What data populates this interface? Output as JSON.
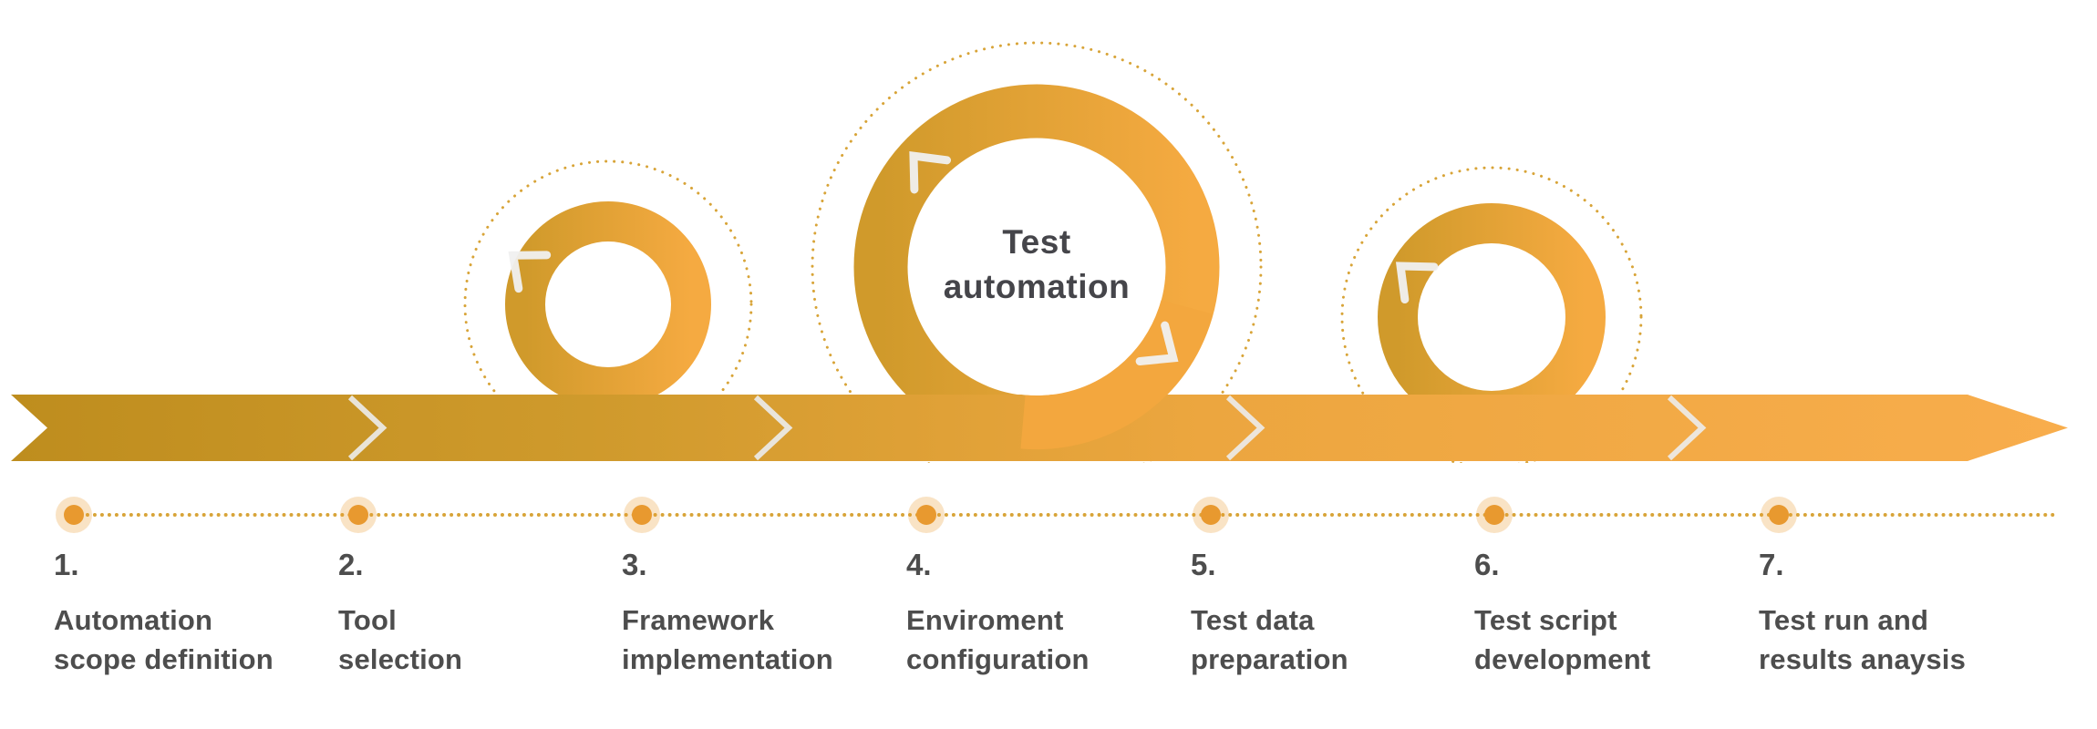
{
  "title": [
    "Test",
    "automation"
  ],
  "steps": [
    {
      "number": "1.",
      "label": [
        "Automation",
        "scope definition"
      ]
    },
    {
      "number": "2.",
      "label": [
        "Tool",
        "selection"
      ]
    },
    {
      "number": "3.",
      "label": [
        "Framework",
        "implementation"
      ]
    },
    {
      "number": "4.",
      "label": [
        "Enviroment",
        "configuration"
      ]
    },
    {
      "number": "5.",
      "label": [
        "Test data",
        "preparation"
      ]
    },
    {
      "number": "6.",
      "label": [
        "Test script",
        "development"
      ]
    },
    {
      "number": "7.",
      "label": [
        "Test run and",
        "results anaysis"
      ]
    }
  ],
  "colors": {
    "band_start": "#be8d1e",
    "band_end": "#f8ad4c",
    "ring_start": "#d09a2b",
    "ring_end": "#f5aa41",
    "dot": "#e8992f",
    "dotted_line": "#d8a438",
    "text": "#4d4d4d"
  }
}
